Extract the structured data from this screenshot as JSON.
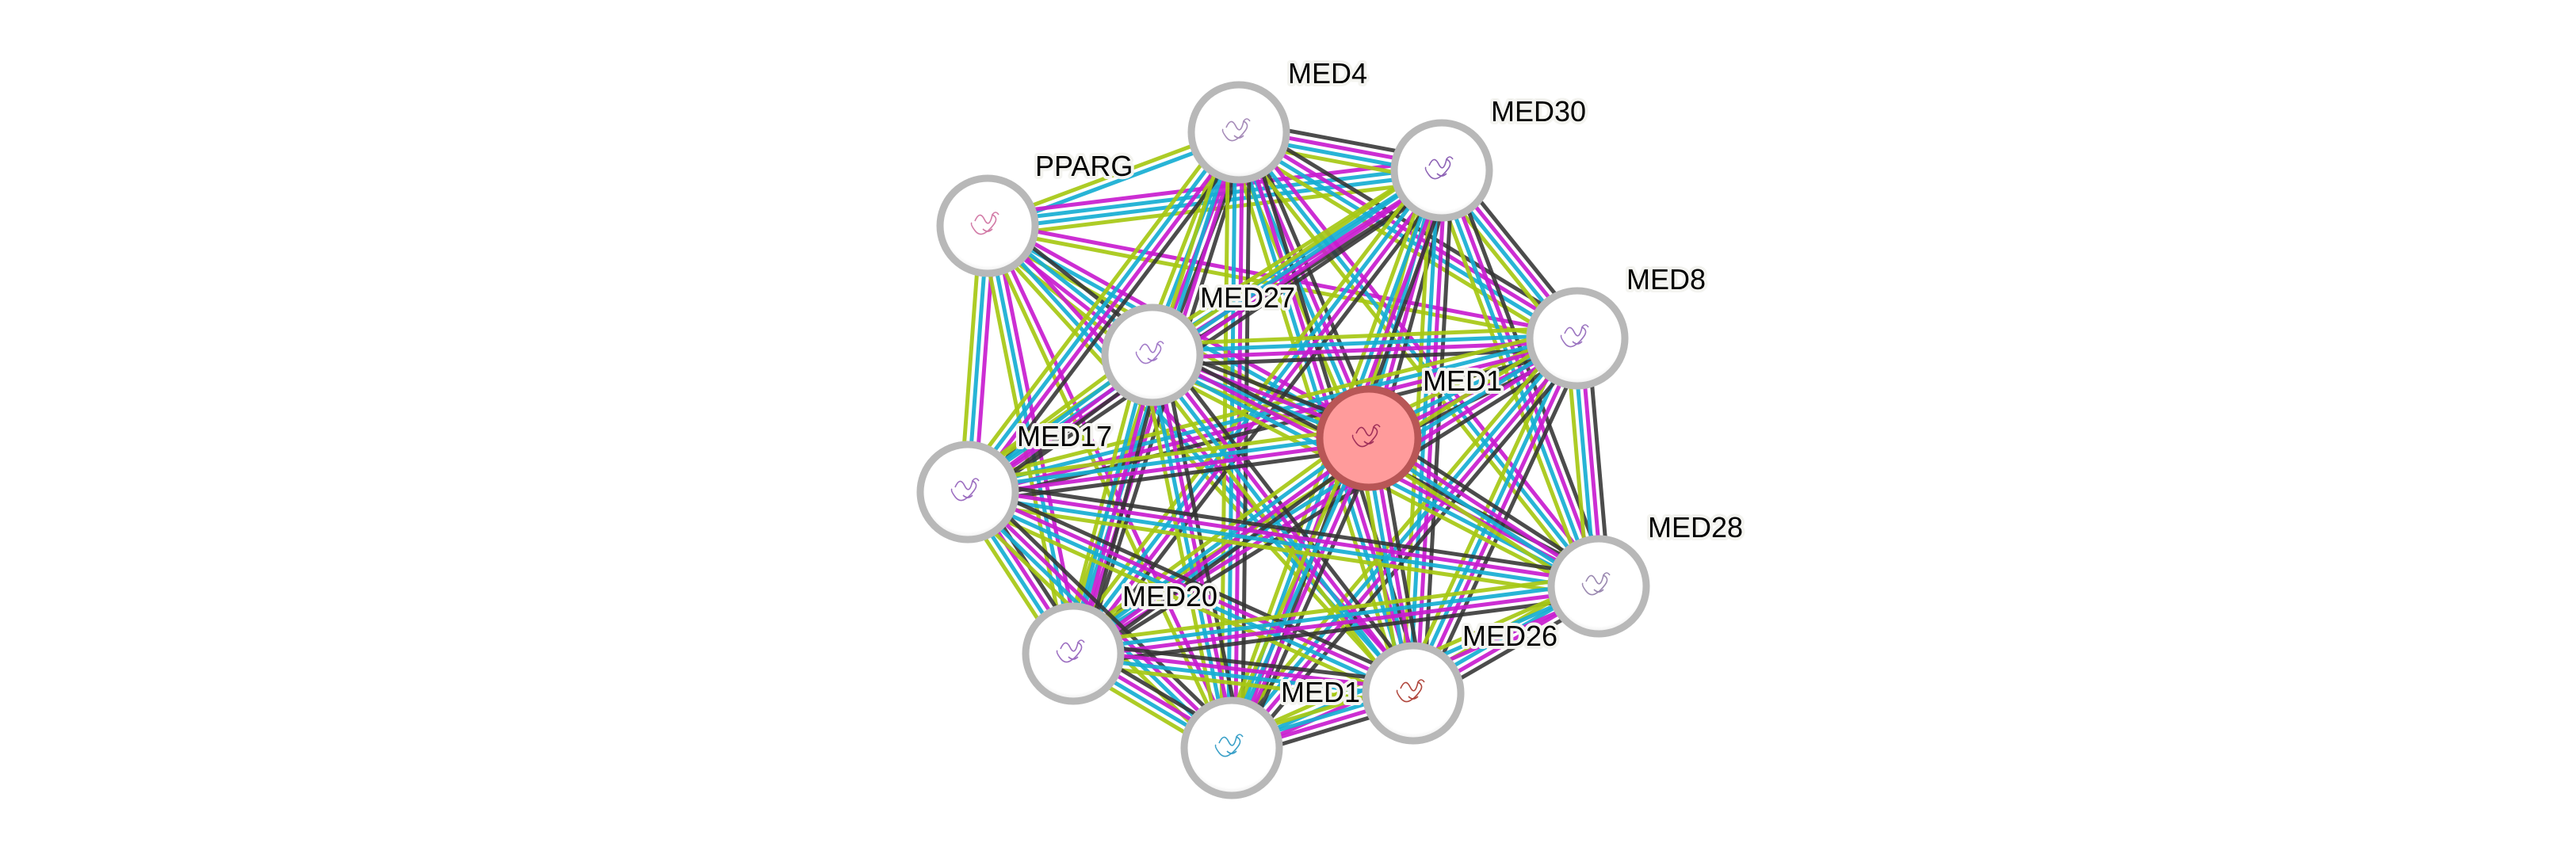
{
  "network": {
    "query_node": "MED1",
    "colors": {
      "query_fill": "#ff9b9b",
      "query_stroke": "#b85656",
      "node_fill": "#ffffff",
      "node_stroke": "#b8b8b8",
      "evidence": {
        "coexpression": "#333333",
        "experiments": "#c81ccf",
        "databases": "#16aed2",
        "textmining": "#a6c814"
      }
    },
    "nodes": [
      {
        "id": "MED4",
        "label": "MED4",
        "structure_color": "#a58ab8"
      },
      {
        "id": "MED30",
        "label": "MED30",
        "structure_color": "#8d62b5"
      },
      {
        "id": "PPARG",
        "label": "PPARG",
        "structure_color": "#d27aa6"
      },
      {
        "id": "MED8",
        "label": "MED8",
        "structure_color": "#9b74c0"
      },
      {
        "id": "MED27",
        "label": "MED27",
        "structure_color": "#a27ac8"
      },
      {
        "id": "MED1",
        "label": "MED1",
        "structure_color": "#a0305a"
      },
      {
        "id": "MED17",
        "label": "MED17",
        "structure_color": "#9b6cc0"
      },
      {
        "id": "MED28",
        "label": "MED28",
        "structure_color": "#9a88b0"
      },
      {
        "id": "MED20",
        "label": "MED20",
        "structure_color": "#9b6cc0"
      },
      {
        "id": "MED26",
        "label": "MED26",
        "structure_color": "#b0463c"
      },
      {
        "id": "MED19",
        "label": "MED1",
        "structure_color": "#3aa0c8"
      }
    ],
    "edges": [
      {
        "a": "PPARG",
        "b": "MED4",
        "evidence": [
          "textmining",
          "databases"
        ]
      },
      {
        "a": "PPARG",
        "b": "MED30",
        "evidence": [
          "experiments",
          "databases",
          "databases",
          "textmining"
        ]
      },
      {
        "a": "PPARG",
        "b": "MED1",
        "evidence": [
          "experiments",
          "databases",
          "textmining"
        ]
      },
      {
        "a": "PPARG",
        "b": "MED27",
        "evidence": [
          "coexpression",
          "databases",
          "experiments",
          "textmining"
        ]
      },
      {
        "a": "PPARG",
        "b": "MED17",
        "evidence": [
          "experiments",
          "databases",
          "textmining"
        ]
      },
      {
        "a": "PPARG",
        "b": "MED20",
        "evidence": [
          "experiments",
          "databases",
          "textmining"
        ]
      },
      {
        "a": "PPARG",
        "b": "MED8",
        "evidence": [
          "experiments",
          "textmining"
        ]
      },
      {
        "a": "PPARG",
        "b": "MED26",
        "evidence": [
          "experiments",
          "databases",
          "textmining"
        ]
      },
      {
        "a": "PPARG",
        "b": "MED19",
        "evidence": [
          "experiments",
          "textmining"
        ]
      },
      {
        "a": "MED4",
        "b": "MED30",
        "evidence": [
          "coexpression",
          "experiments",
          "databases",
          "textmining"
        ]
      },
      {
        "a": "MED4",
        "b": "MED27",
        "evidence": [
          "coexpression",
          "experiments",
          "databases",
          "textmining"
        ]
      },
      {
        "a": "MED4",
        "b": "MED1",
        "evidence": [
          "coexpression",
          "experiments",
          "databases",
          "textmining"
        ]
      },
      {
        "a": "MED4",
        "b": "MED8",
        "evidence": [
          "coexpression",
          "experiments",
          "databases",
          "textmining"
        ]
      },
      {
        "a": "MED4",
        "b": "MED17",
        "evidence": [
          "coexpression",
          "experiments",
          "databases",
          "textmining"
        ]
      },
      {
        "a": "MED4",
        "b": "MED20",
        "evidence": [
          "coexpression",
          "experiments",
          "databases",
          "textmining"
        ]
      },
      {
        "a": "MED4",
        "b": "MED28",
        "evidence": [
          "experiments",
          "databases",
          "textmining"
        ]
      },
      {
        "a": "MED4",
        "b": "MED26",
        "evidence": [
          "coexpression",
          "experiments",
          "databases",
          "textmining"
        ]
      },
      {
        "a": "MED4",
        "b": "MED19",
        "evidence": [
          "coexpression",
          "experiments",
          "databases",
          "textmining"
        ]
      },
      {
        "a": "MED30",
        "b": "MED8",
        "evidence": [
          "coexpression",
          "experiments",
          "databases",
          "textmining"
        ]
      },
      {
        "a": "MED30",
        "b": "MED27",
        "evidence": [
          "coexpression",
          "experiments",
          "databases",
          "textmining"
        ]
      },
      {
        "a": "MED30",
        "b": "MED1",
        "evidence": [
          "coexpression",
          "experiments",
          "databases",
          "textmining"
        ]
      },
      {
        "a": "MED30",
        "b": "MED17",
        "evidence": [
          "coexpression",
          "experiments",
          "databases",
          "textmining"
        ]
      },
      {
        "a": "MED30",
        "b": "MED28",
        "evidence": [
          "coexpression",
          "experiments",
          "databases",
          "textmining"
        ]
      },
      {
        "a": "MED30",
        "b": "MED20",
        "evidence": [
          "coexpression",
          "experiments",
          "databases",
          "textmining"
        ]
      },
      {
        "a": "MED30",
        "b": "MED26",
        "evidence": [
          "coexpression",
          "experiments",
          "databases",
          "textmining"
        ]
      },
      {
        "a": "MED30",
        "b": "MED19",
        "evidence": [
          "coexpression",
          "experiments",
          "databases",
          "textmining"
        ]
      },
      {
        "a": "MED8",
        "b": "MED27",
        "evidence": [
          "coexpression",
          "experiments",
          "databases",
          "textmining"
        ]
      },
      {
        "a": "MED8",
        "b": "MED1",
        "evidence": [
          "coexpression",
          "experiments",
          "databases",
          "textmining"
        ]
      },
      {
        "a": "MED8",
        "b": "MED17",
        "evidence": [
          "coexpression",
          "experiments",
          "databases",
          "textmining"
        ]
      },
      {
        "a": "MED8",
        "b": "MED28",
        "evidence": [
          "coexpression",
          "experiments",
          "databases",
          "textmining"
        ]
      },
      {
        "a": "MED8",
        "b": "MED20",
        "evidence": [
          "coexpression",
          "experiments",
          "databases",
          "textmining"
        ]
      },
      {
        "a": "MED8",
        "b": "MED26",
        "evidence": [
          "coexpression",
          "experiments",
          "databases",
          "textmining"
        ]
      },
      {
        "a": "MED8",
        "b": "MED19",
        "evidence": [
          "coexpression",
          "experiments",
          "databases",
          "textmining"
        ]
      },
      {
        "a": "MED27",
        "b": "MED1",
        "evidence": [
          "coexpression",
          "experiments",
          "databases",
          "textmining"
        ]
      },
      {
        "a": "MED27",
        "b": "MED17",
        "evidence": [
          "coexpression",
          "experiments",
          "databases",
          "textmining"
        ]
      },
      {
        "a": "MED27",
        "b": "MED28",
        "evidence": [
          "coexpression",
          "experiments",
          "databases",
          "textmining"
        ]
      },
      {
        "a": "MED27",
        "b": "MED20",
        "evidence": [
          "coexpression",
          "experiments",
          "databases",
          "textmining"
        ]
      },
      {
        "a": "MED27",
        "b": "MED26",
        "evidence": [
          "coexpression",
          "experiments",
          "databases",
          "textmining"
        ]
      },
      {
        "a": "MED27",
        "b": "MED19",
        "evidence": [
          "coexpression",
          "experiments",
          "databases",
          "textmining"
        ]
      },
      {
        "a": "MED1",
        "b": "MED17",
        "evidence": [
          "coexpression",
          "experiments",
          "databases",
          "textmining"
        ]
      },
      {
        "a": "MED1",
        "b": "MED28",
        "evidence": [
          "coexpression",
          "experiments",
          "databases",
          "textmining"
        ]
      },
      {
        "a": "MED1",
        "b": "MED20",
        "evidence": [
          "coexpression",
          "experiments",
          "databases",
          "textmining"
        ]
      },
      {
        "a": "MED1",
        "b": "MED26",
        "evidence": [
          "coexpression",
          "experiments",
          "databases",
          "textmining"
        ]
      },
      {
        "a": "MED1",
        "b": "MED19",
        "evidence": [
          "coexpression",
          "experiments",
          "databases",
          "textmining"
        ]
      },
      {
        "a": "MED17",
        "b": "MED28",
        "evidence": [
          "coexpression",
          "experiments",
          "databases",
          "textmining"
        ]
      },
      {
        "a": "MED17",
        "b": "MED20",
        "evidence": [
          "coexpression",
          "experiments",
          "databases",
          "textmining"
        ]
      },
      {
        "a": "MED17",
        "b": "MED26",
        "evidence": [
          "coexpression",
          "experiments",
          "databases",
          "textmining"
        ]
      },
      {
        "a": "MED17",
        "b": "MED19",
        "evidence": [
          "coexpression",
          "experiments",
          "databases",
          "textmining"
        ]
      },
      {
        "a": "MED28",
        "b": "MED20",
        "evidence": [
          "coexpression",
          "experiments",
          "databases",
          "textmining"
        ]
      },
      {
        "a": "MED28",
        "b": "MED26",
        "evidence": [
          "coexpression",
          "experiments",
          "databases",
          "textmining"
        ]
      },
      {
        "a": "MED28",
        "b": "MED19",
        "evidence": [
          "experiments",
          "databases",
          "textmining"
        ]
      },
      {
        "a": "MED20",
        "b": "MED26",
        "evidence": [
          "coexpression",
          "experiments",
          "databases",
          "textmining"
        ]
      },
      {
        "a": "MED20",
        "b": "MED19",
        "evidence": [
          "coexpression",
          "experiments",
          "databases",
          "textmining"
        ]
      },
      {
        "a": "MED26",
        "b": "MED19",
        "evidence": [
          "coexpression",
          "experiments",
          "databases",
          "textmining"
        ]
      }
    ]
  }
}
